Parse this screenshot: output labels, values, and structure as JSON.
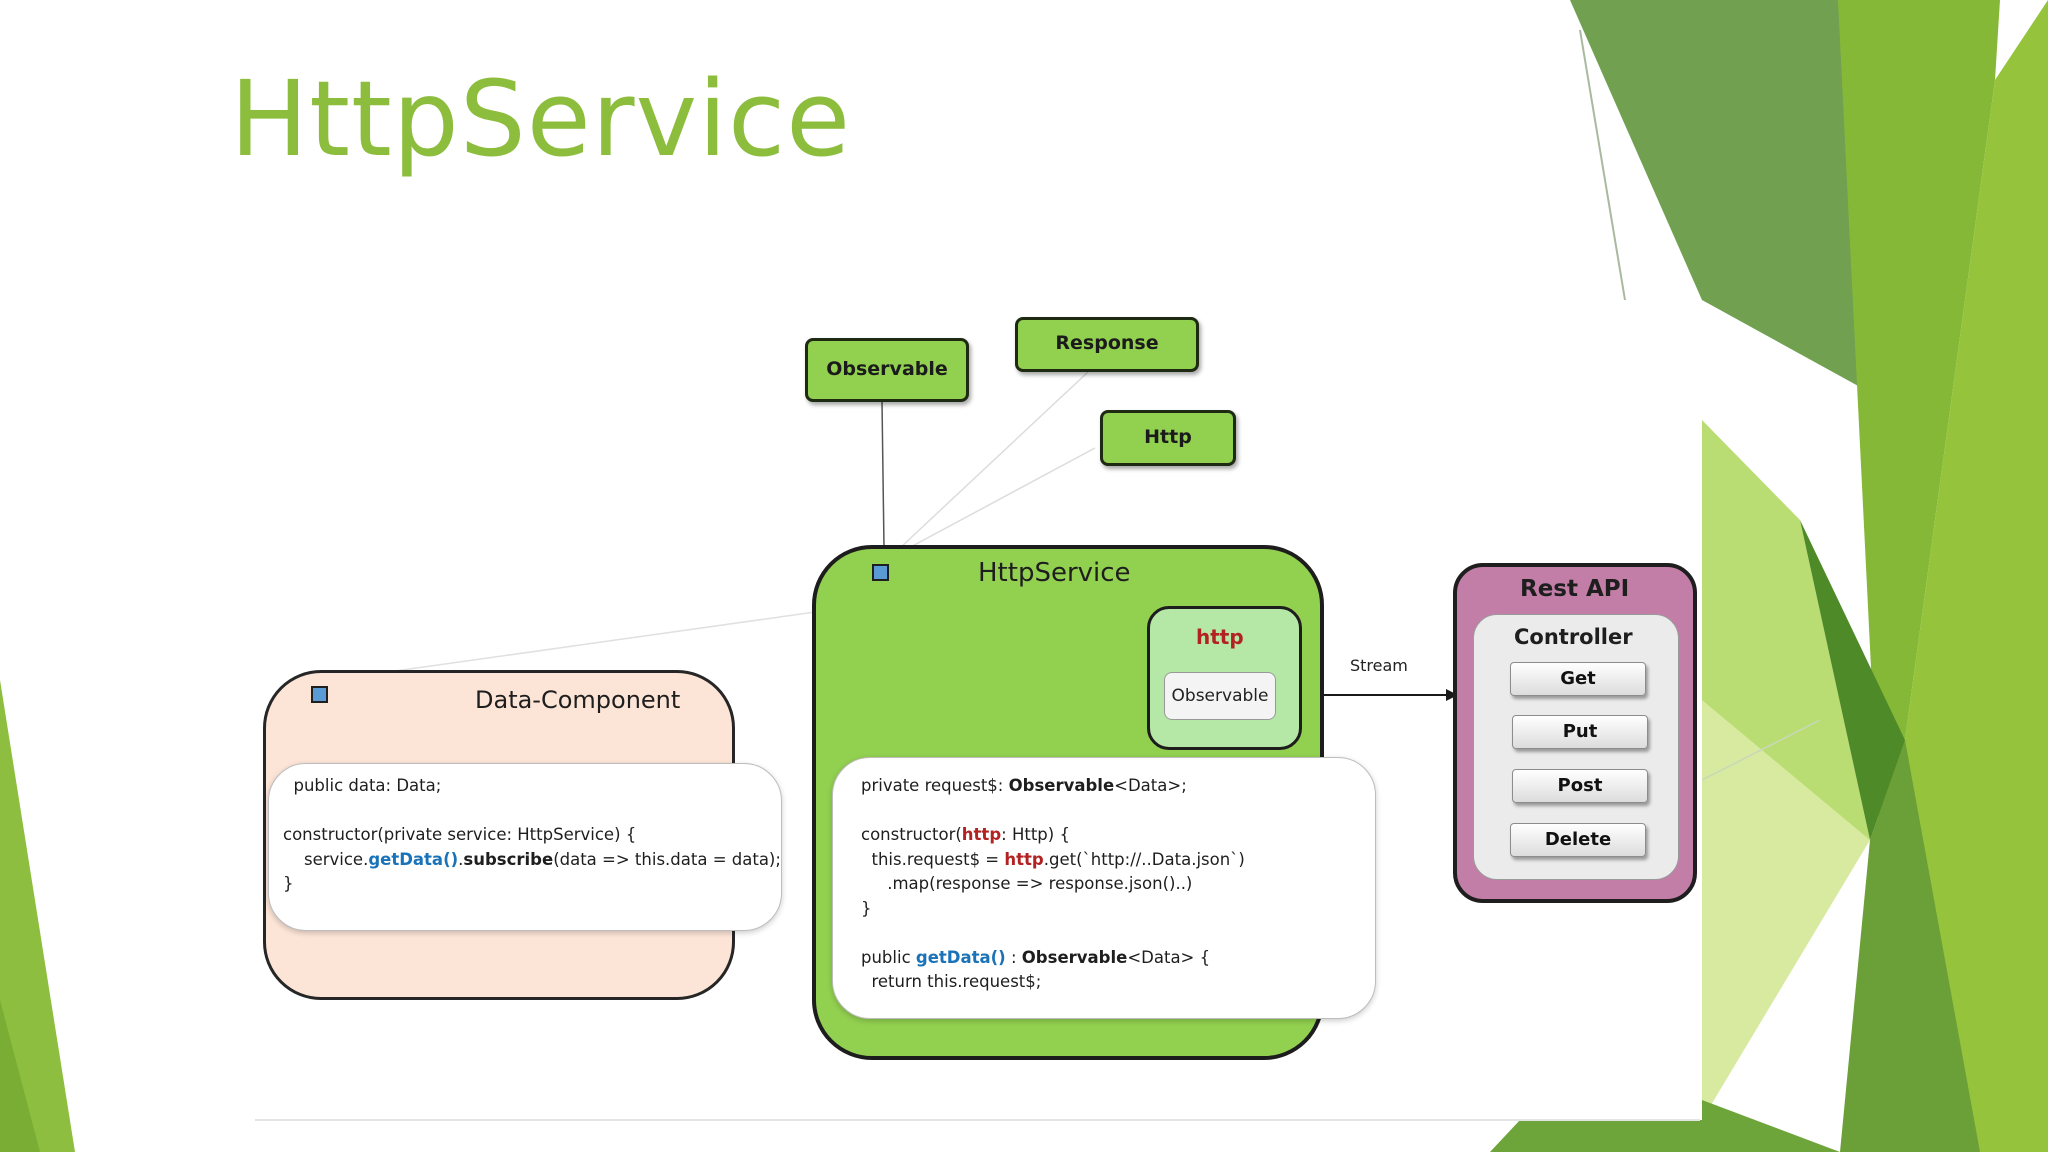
{
  "slide": {
    "title": "HttpService"
  },
  "diagram": {
    "tags": {
      "observable": "Observable",
      "response": "Response",
      "http": "Http"
    },
    "http_service": {
      "title": "HttpService",
      "http_label": "http",
      "observable_label": "Observable",
      "code": {
        "line1_a": "private request$: ",
        "line1_b": "Observable",
        "line1_c": "<Data>;",
        "line2_a": "constructor(",
        "line2_b": "http",
        "line2_c": ": Http) {",
        "line3_a": "  this.request$ = ",
        "line3_b": "http",
        "line3_c": ".get(`http://..Data.json`)",
        "line4": "     .map(response => response.json()..)",
        "line5": "}",
        "line6_a": "public ",
        "line6_b": "getData()",
        "line6_c": " : ",
        "line6_d": "Observable",
        "line6_e": "<Data> {",
        "line7": "  return this.request$;"
      }
    },
    "stream_label": "Stream",
    "data_component": {
      "title": "Data-Component",
      "code": {
        "line1": "  public data: Data;",
        "line2": "constructor(private service: HttpService) {",
        "line3_a": "    service.",
        "line3_b": "getData()",
        "line3_c": ".",
        "line3_d": "subscribe",
        "line3_e": "(data => this.data = data);",
        "line4": "}"
      }
    },
    "rest_api": {
      "title": "Rest API",
      "controller": "Controller",
      "buttons": [
        "Get",
        "Put",
        "Post",
        "Delete"
      ]
    }
  },
  "colors": {
    "title_green": "#8cbd3c",
    "box_green": "#92d050",
    "peach": "#fce4d6",
    "rest_pink": "#c37ea8"
  }
}
